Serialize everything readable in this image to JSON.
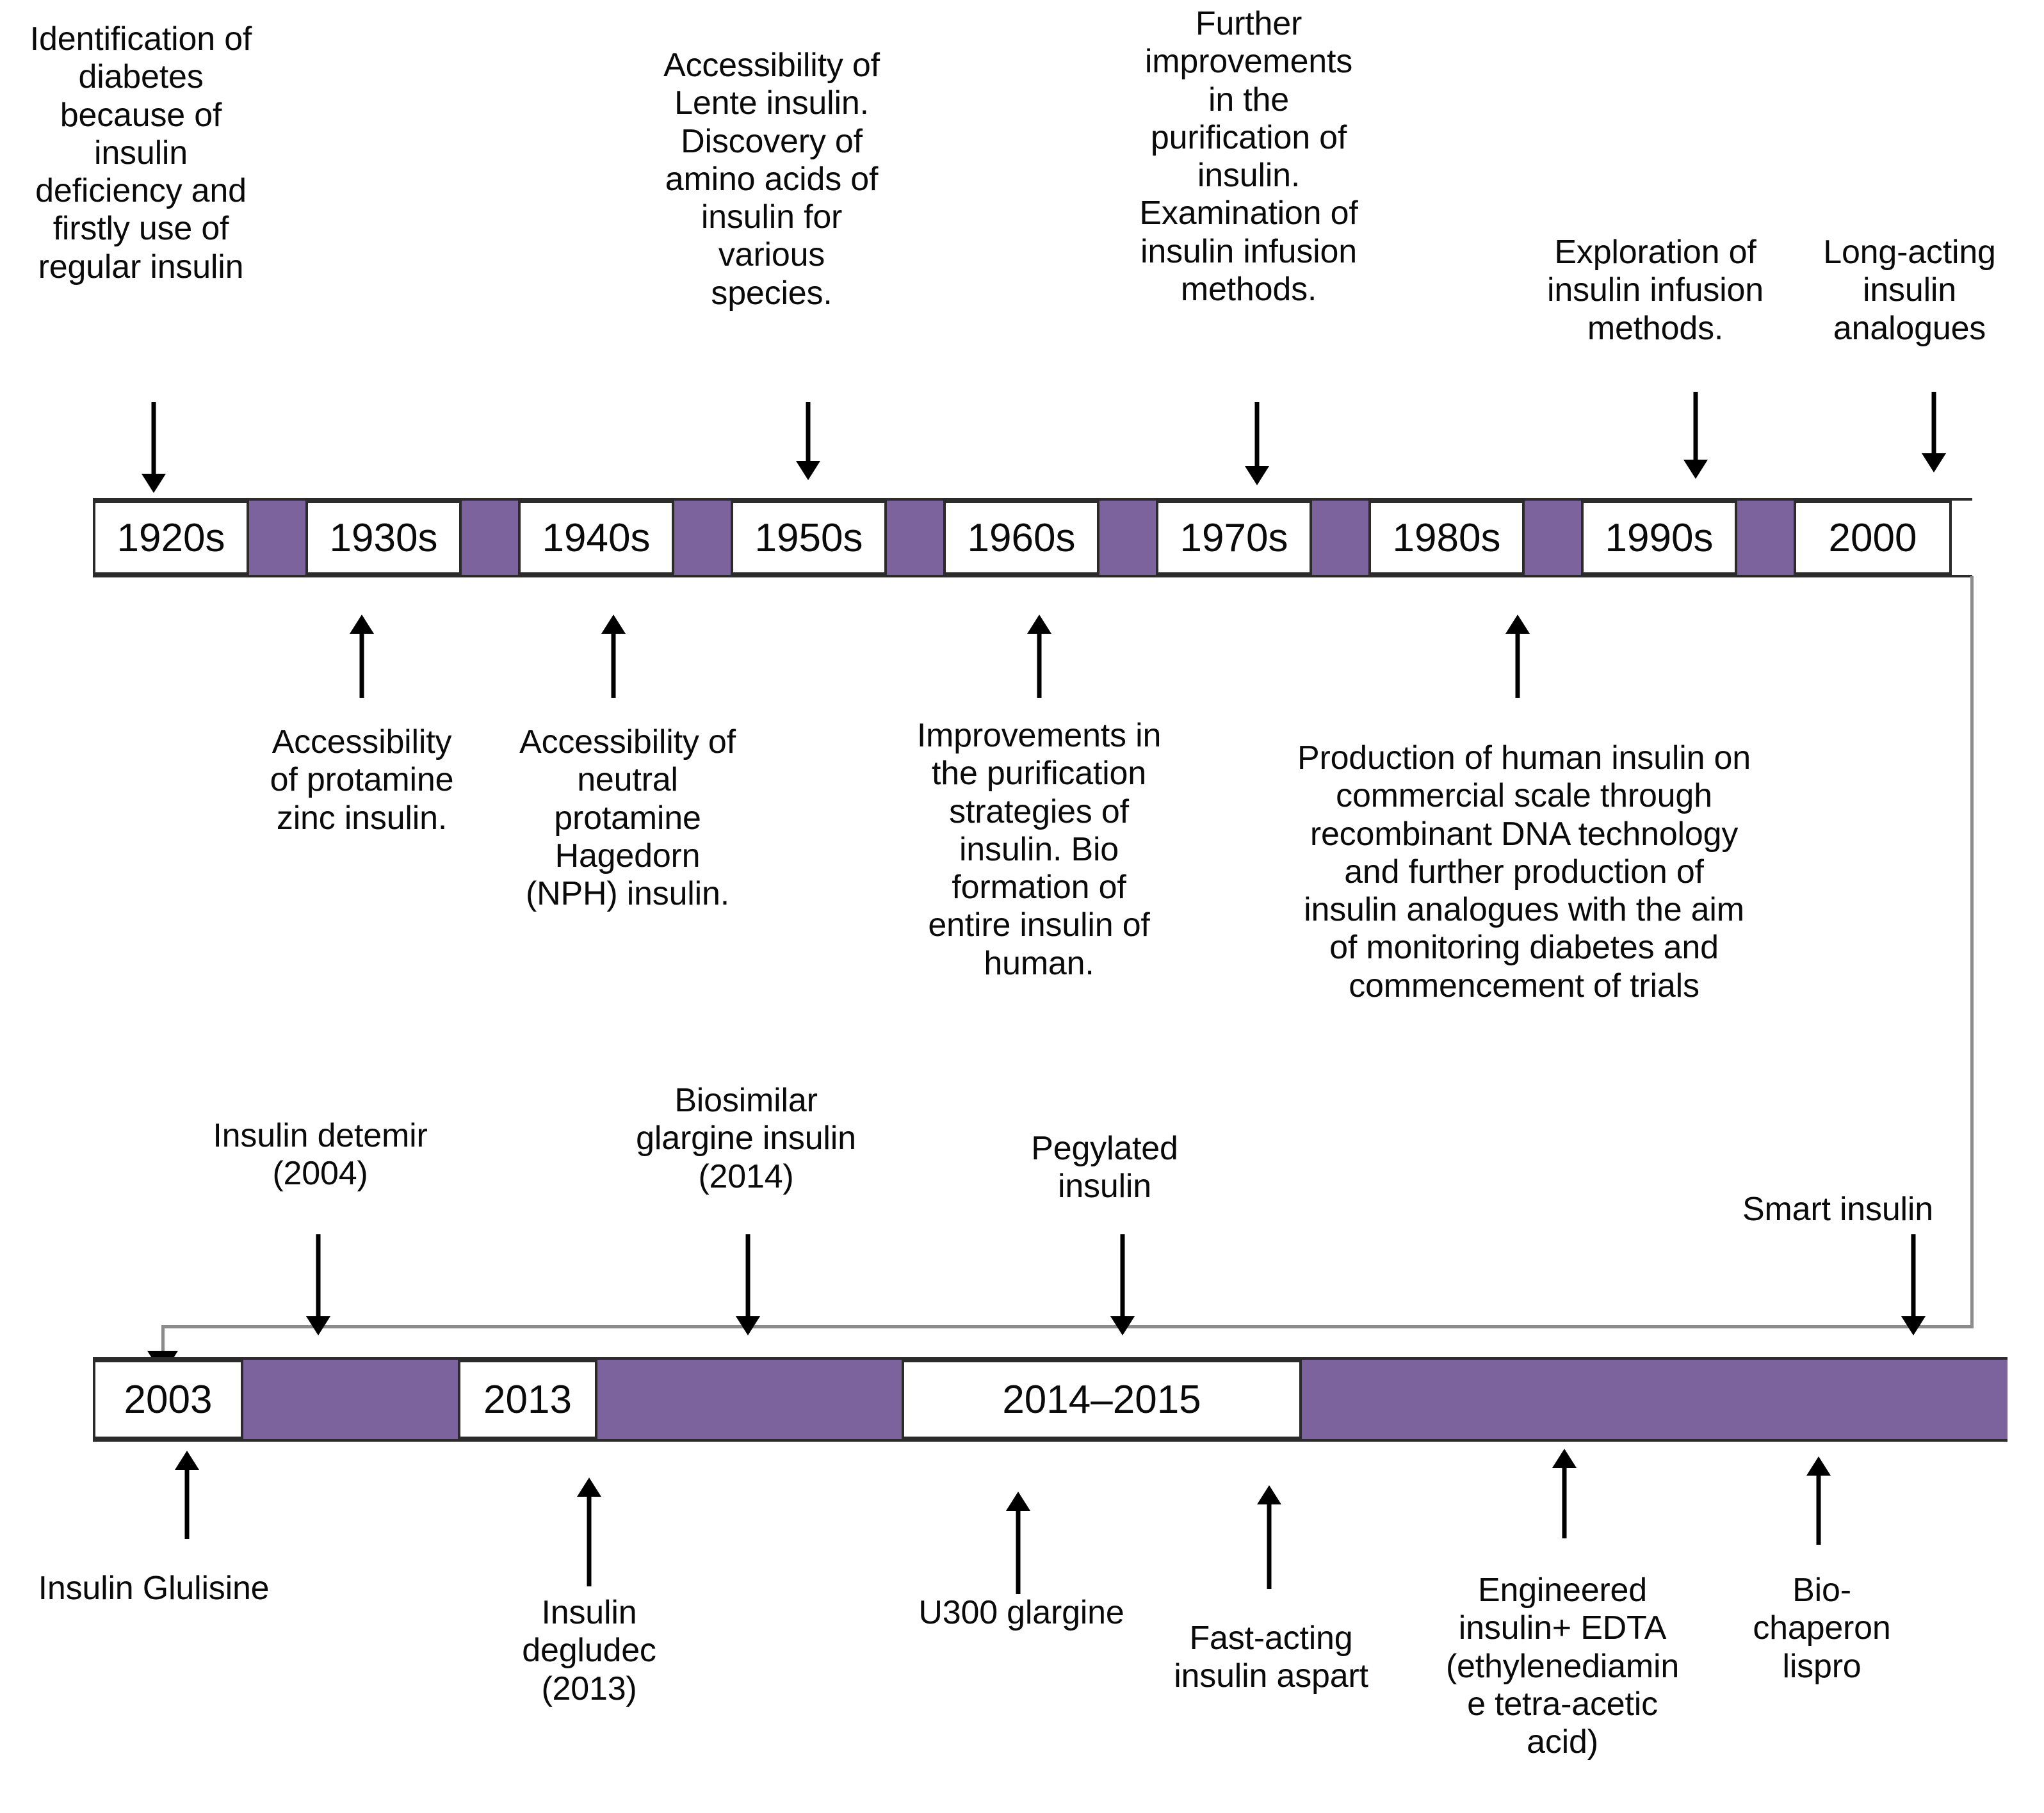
{
  "figure": {
    "kind": "insulin-development-timeline",
    "accent_purple": "#7d639d",
    "outline_color": "#2b2b2b",
    "connector_color": "#8c8c8c"
  },
  "timeline_top": {
    "segments": [
      {
        "type": "year",
        "label": "1920s"
      },
      {
        "type": "gap",
        "label": ""
      },
      {
        "type": "year",
        "label": "1930s"
      },
      {
        "type": "gap",
        "label": ""
      },
      {
        "type": "year",
        "label": "1940s"
      },
      {
        "type": "gap",
        "label": ""
      },
      {
        "type": "year",
        "label": "1950s"
      },
      {
        "type": "gap",
        "label": ""
      },
      {
        "type": "year",
        "label": "1960s"
      },
      {
        "type": "gap",
        "label": ""
      },
      {
        "type": "year",
        "label": "1970s"
      },
      {
        "type": "gap",
        "label": ""
      },
      {
        "type": "year",
        "label": "1980s"
      },
      {
        "type": "gap",
        "label": ""
      },
      {
        "type": "year",
        "label": "1990s"
      },
      {
        "type": "gap",
        "label": ""
      },
      {
        "type": "year",
        "label": "2000"
      }
    ]
  },
  "timeline_bottom": {
    "segments": [
      {
        "type": "year",
        "label": "2003"
      },
      {
        "type": "gap",
        "label": ""
      },
      {
        "type": "year",
        "label": "2013"
      },
      {
        "type": "gap",
        "label": ""
      },
      {
        "type": "year",
        "label": "2014–2015"
      },
      {
        "type": "gap",
        "label": ""
      }
    ]
  },
  "annotations_above_top": [
    {
      "id": "a1920s",
      "text": "Identification of\ndiabetes\nbecause of\ninsulin\ndeficiency and\nfirstly use of\nregular insulin"
    },
    {
      "id": "a1950s",
      "text": "Accessibility of\nLente insulin.\nDiscovery of\namino acids of\ninsulin for\nvarious\nspecies."
    },
    {
      "id": "a1970s",
      "text": "Further\nimprovements\nin the\npurification of\ninsulin.\nExamination of\ninsulin infusion\nmethods."
    },
    {
      "id": "a1990s",
      "text": "Exploration of\ninsulin infusion\nmethods."
    },
    {
      "id": "a2000",
      "text": "Long-acting\ninsulin\nanalogues"
    }
  ],
  "annotations_below_top": [
    {
      "id": "b1930s",
      "text": "Accessibility\nof protamine\nzinc insulin."
    },
    {
      "id": "b1940s",
      "text": "Accessibility of\nneutral\nprotamine\nHagedorn\n(NPH) insulin."
    },
    {
      "id": "b1960s",
      "text": "Improvements in\nthe purification\nstrategies of\ninsulin. Bio\nformation of\nentire insulin of\nhuman."
    },
    {
      "id": "b1980s",
      "text": "Production of human insulin on\ncommercial scale through\nrecombinant DNA technology\nand further production of\ninsulin analogues with the aim\nof monitoring diabetes and\ncommencement of trials"
    }
  ],
  "annotations_above_bottom": [
    {
      "id": "c2003",
      "text": "Insulin detemir\n(2004)"
    },
    {
      "id": "c2013",
      "text": "Biosimilar\nglargine insulin\n(2014)"
    },
    {
      "id": "cpeg",
      "text": "Pegylated\ninsulin"
    },
    {
      "id": "csmart",
      "text": "Smart insulin"
    }
  ],
  "annotations_below_bottom": [
    {
      "id": "d2003",
      "text": "Insulin Glulisine"
    },
    {
      "id": "d2013",
      "text": "Insulin\ndegludec\n(2013)"
    },
    {
      "id": "du300",
      "text": "U300 glargine"
    },
    {
      "id": "dfast",
      "text": "Fast-acting\ninsulin aspart"
    },
    {
      "id": "dedta",
      "text": "Engineered\ninsulin+ EDTA\n(ethylenediamin\ne tetra-acetic\nacid)"
    },
    {
      "id": "dbio",
      "text": "Bio-\nchaperon\nlispro"
    }
  ]
}
